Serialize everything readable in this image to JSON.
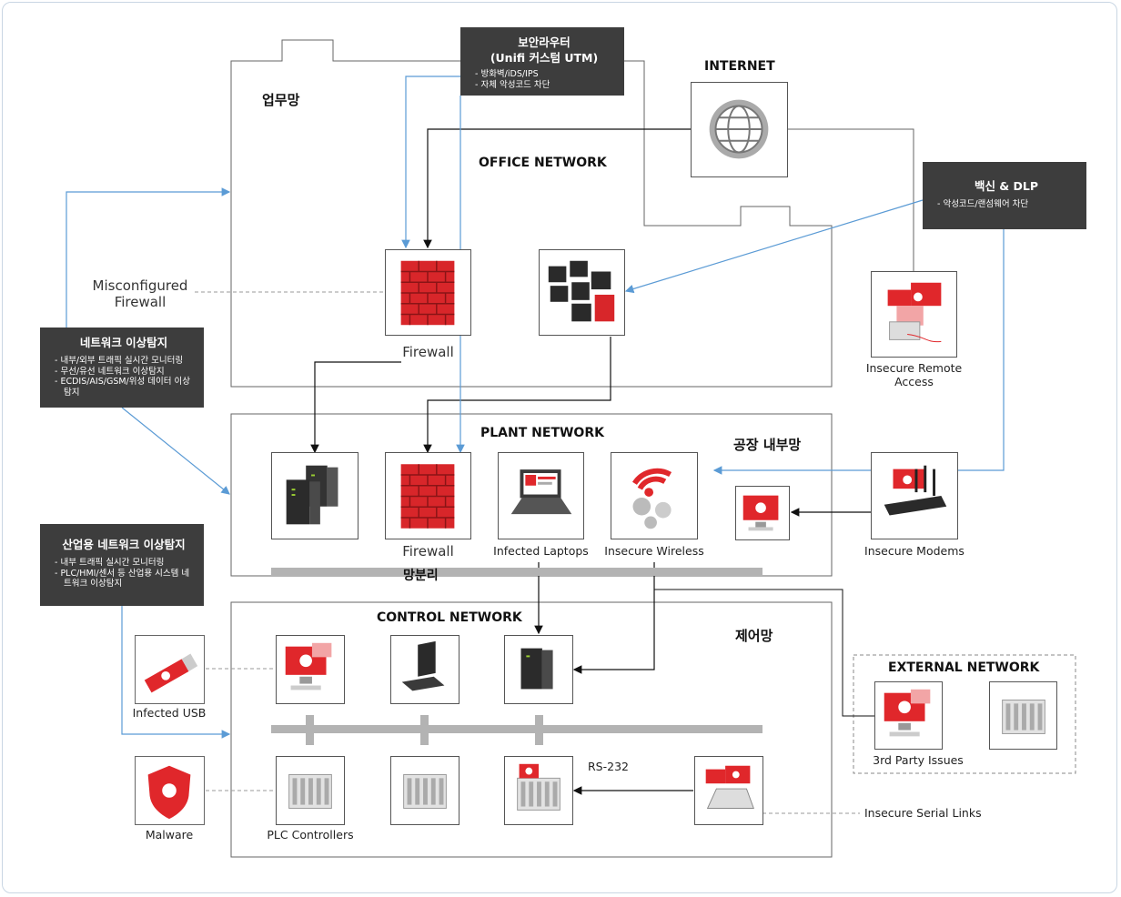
{
  "zones": {
    "office_kr": "업무망",
    "office_en": "OFFICE NETWORK",
    "internet": "INTERNET",
    "plant_en": "PLANT NETWORK",
    "plant_kr": "공장 내부망",
    "control_en": "CONTROL NETWORK",
    "control_kr": "제어망",
    "external_en": "EXTERNAL NETWORK",
    "separation": "망분리"
  },
  "callouts": {
    "utm": {
      "title_line1": "보안라우터",
      "title_line2": "(Unifi 커스텀 UTM)",
      "items": [
        "방화벽/iDS/IPS",
        "자체 악성코드 차단"
      ]
    },
    "dlp": {
      "title": "백신 & DLP",
      "items": [
        "악성코드/랜섬웨어 차단"
      ]
    },
    "network_anomaly": {
      "title": "네트워크 이상탐지",
      "items": [
        "내부/외부 트래픽 실시간 모니터링",
        "무선/유선 네트워크 이상탐지",
        "ECDIS/AIS/GSM/위성 데이터 이상탐지"
      ]
    },
    "industrial_anomaly": {
      "title": "산업용 네트워크 이상탐지",
      "items": [
        "내부 트래픽 실시간 모니터링",
        "PLC/HMI/센서 등 산업용 시스템 네트워크 이상탐지"
      ]
    }
  },
  "labels": {
    "misconfigured_line1": "Misconfigured",
    "misconfigured_line2": "Firewall",
    "office_firewall": "Firewall",
    "plant_firewall": "Firewall",
    "infected_laptops": "Infected Laptops",
    "insecure_wireless": "Insecure Wireless",
    "insecure_remote_line1": "Insecure Remote",
    "insecure_remote_line2": "Access",
    "insecure_modems": "Insecure Modems",
    "infected_usb": "Infected USB",
    "malware": "Malware",
    "plc_controllers": "PLC Controllers",
    "rs232": "RS-232",
    "insecure_serial": "Insecure Serial Links",
    "third_party": "3rd Party Issues"
  },
  "icons": {
    "internet": "globe-icon",
    "firewall": "brick-firewall-icon",
    "monitors": "monitor-wall-icon",
    "server": "server-icon",
    "laptop": "infected-laptop-icon",
    "wireless": "wireless-gear-icon",
    "remote": "remote-access-icon",
    "modem": "router-skull-icon",
    "pc_infected": "infected-pc-icon",
    "workstation": "workstation-icon",
    "usb": "usb-skull-icon",
    "malware": "malware-shield-icon",
    "plc": "plc-icon"
  },
  "colors": {
    "accent_blue": "#5b9bd5",
    "threat_red": "#e0272b",
    "callout_bg": "#3d3d3d",
    "bus_gray": "#b3b3b3"
  }
}
